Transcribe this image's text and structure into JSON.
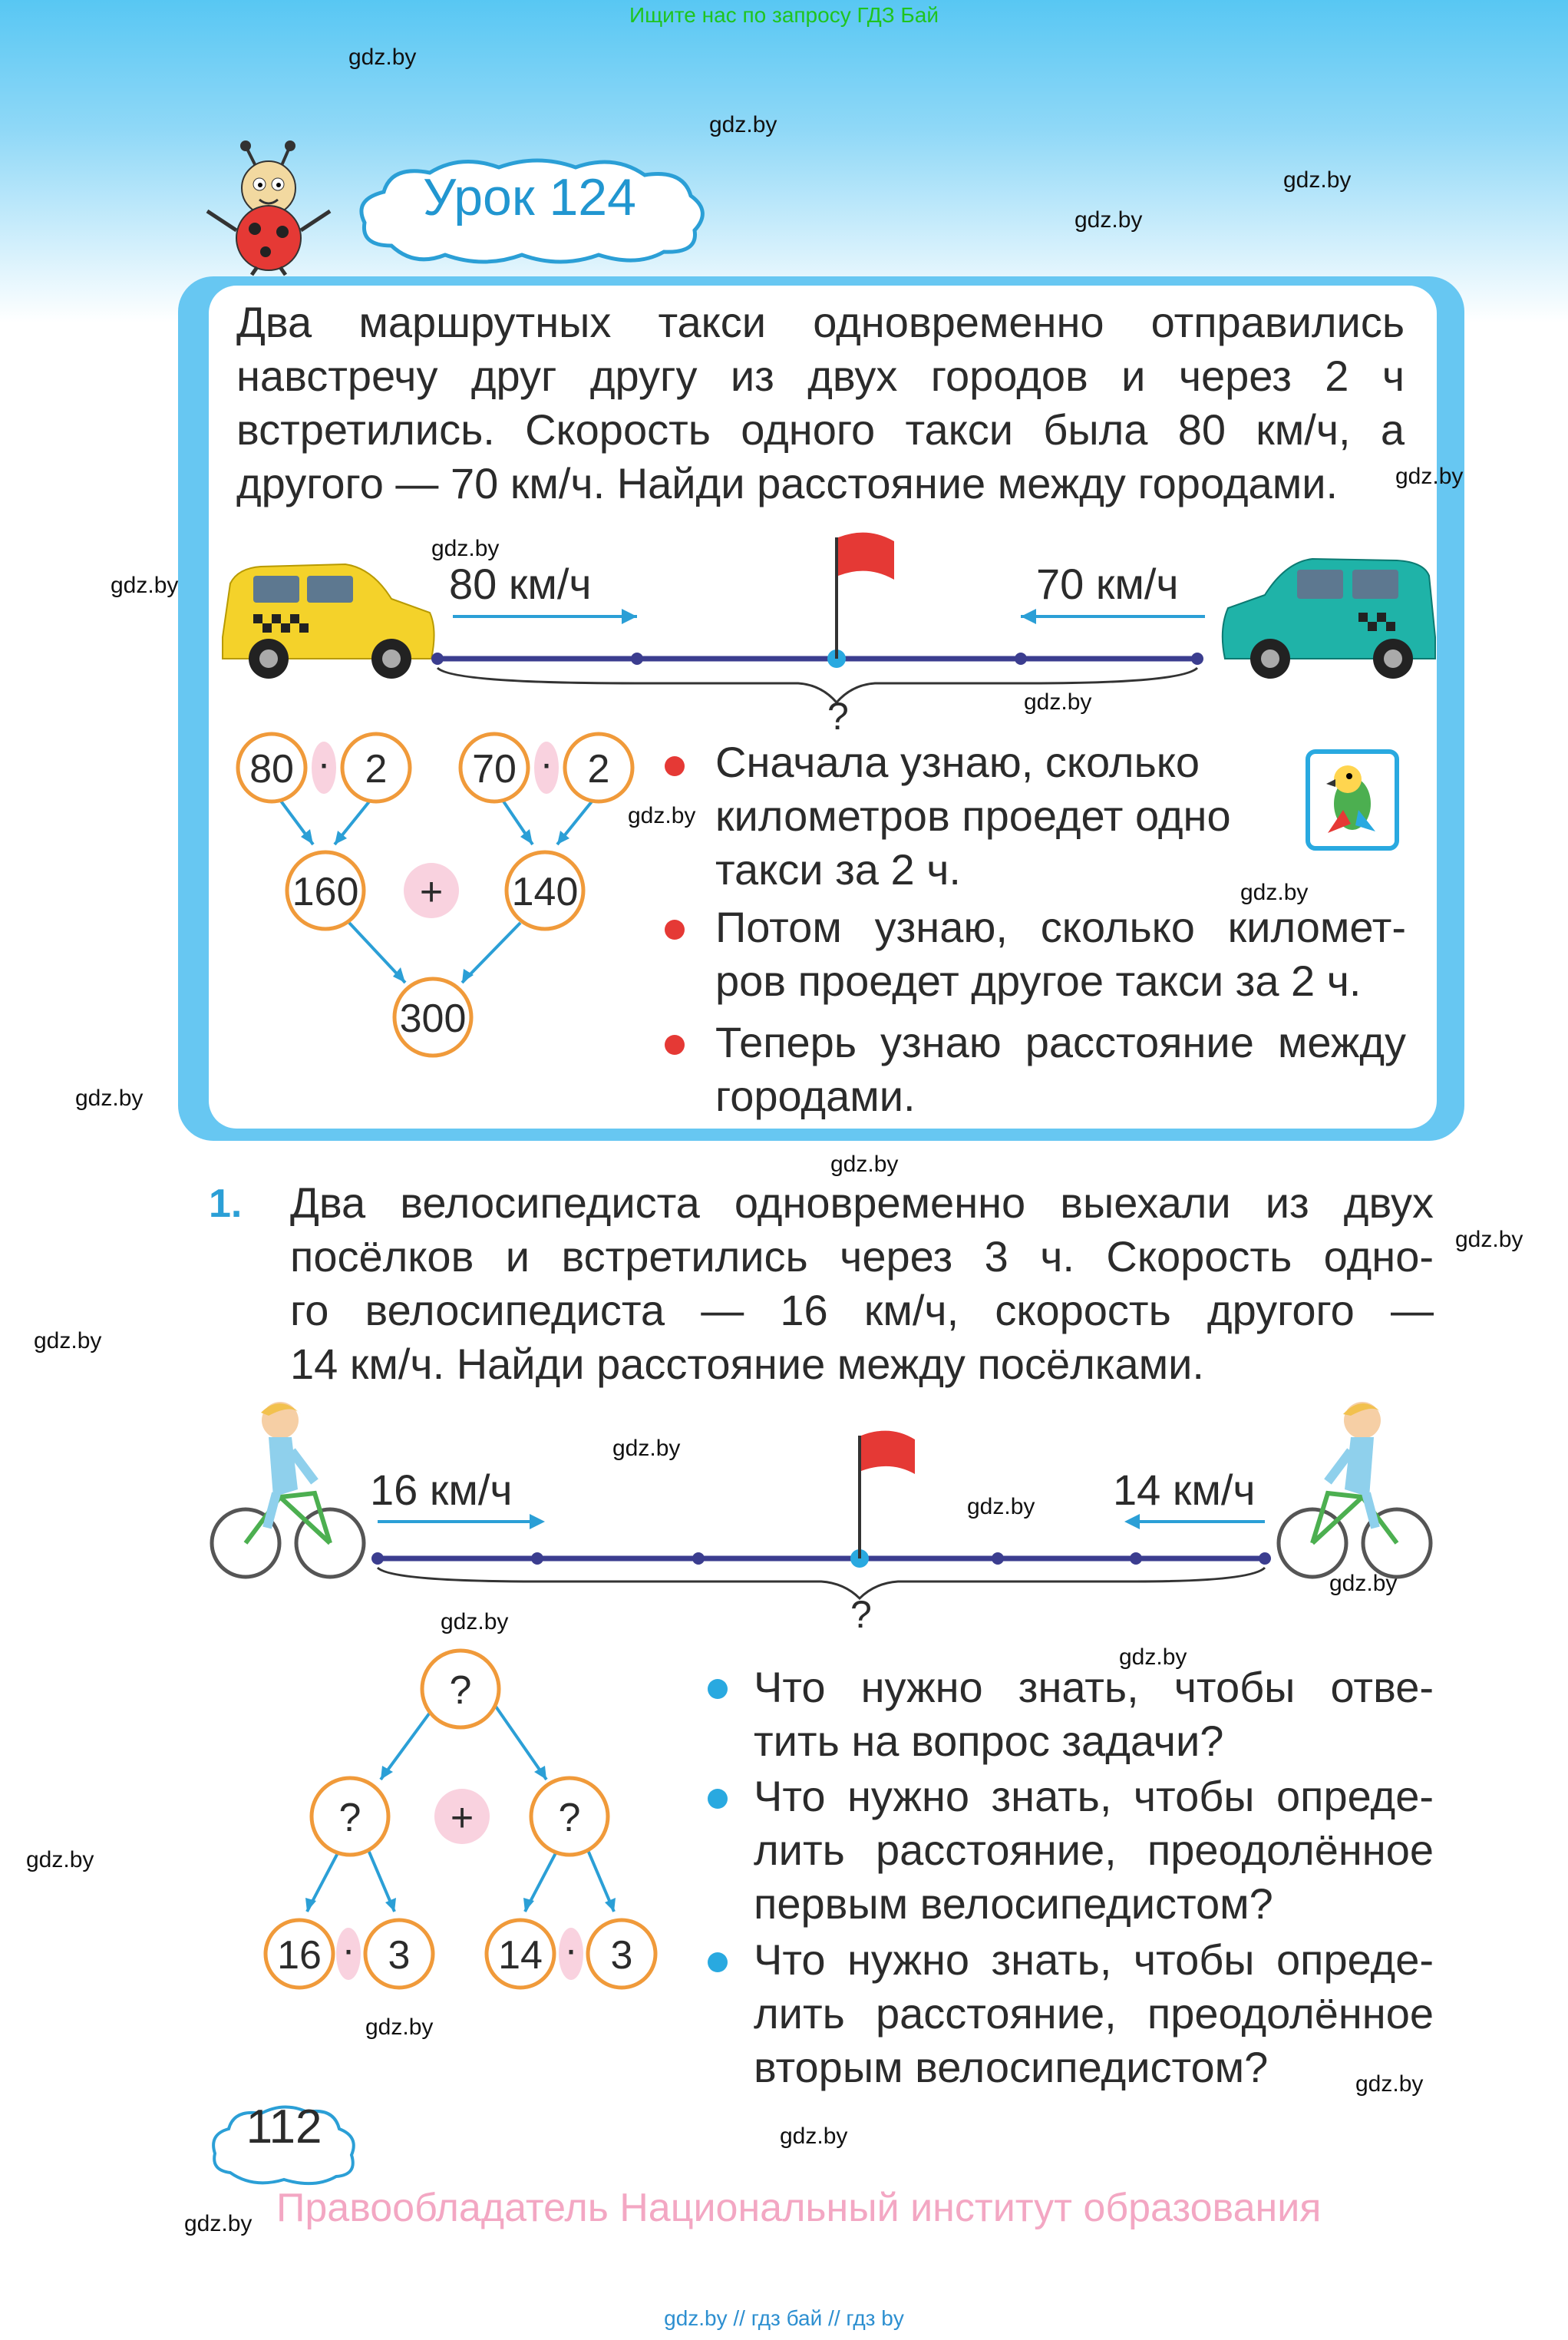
{
  "top_notice": "Ищите нас по запросу ГДЗ Бай",
  "watermark": "gdz.by",
  "lesson_title": "Урок 124",
  "intro_problem": [
    "Два маршрутных такси одновременно отправились",
    "навстречу друг другу из двух городов и через 2 ч",
    "встретились. Скорость одного такси была 80 км/ч, а",
    "другого — 70 км/ч. Найди расстояние между городами."
  ],
  "taxi_diagram": {
    "speed_left": "80 км/ч",
    "speed_right": "70 км/ч",
    "question": "?"
  },
  "tree1": {
    "a": "80",
    "op1": "·",
    "b": "2",
    "c": "70",
    "op2": "·",
    "d": "2",
    "left": "160",
    "op3": "+",
    "right": "140",
    "result": "300"
  },
  "plan_steps": [
    [
      "Сначала узнаю, сколько",
      "километров проедет одно",
      "такси за 2 ч."
    ],
    [
      "Потом узнаю, сколько километ-",
      "ров проедет другое такси за 2 ч."
    ],
    [
      "Теперь узнаю расстояние между",
      "городами."
    ]
  ],
  "task1": {
    "number": "1.",
    "lines": [
      "Два велосипедиста одновременно выехали из двух",
      "посёлков и встретились через 3 ч. Скорость одно-",
      "го велосипедиста — 16 км/ч, скорость другого —",
      "14 км/ч. Найди расстояние между посёлками."
    ]
  },
  "bike_diagram": {
    "speed_left": "16 км/ч",
    "speed_right": "14 км/ч",
    "question": "?"
  },
  "tree2": {
    "top": "?",
    "left": "?",
    "op1": "+",
    "right": "?",
    "a": "16",
    "op2": "·",
    "b": "3",
    "c": "14",
    "op3": "·",
    "d": "3"
  },
  "questions": [
    [
      "Что нужно знать, чтобы отве-",
      "тить на вопрос задачи?"
    ],
    [
      "Что нужно знать, чтобы опреде-",
      "лить расстояние, преодолённое",
      "первым велосипедистом?"
    ],
    [
      "Что нужно знать, чтобы опреде-",
      "лить расстояние, преодолённое",
      "вторым велосипедистом?"
    ]
  ],
  "page_number": "112",
  "copyright": "Правообладатель Национальный институт образования",
  "footer": "gdz.by  //  гдз бай  //  гдз by",
  "colors": {
    "accent_blue": "#2196d0",
    "frame_blue": "#67c7f2",
    "circle_orange": "#f09a3a",
    "bullet_red": "#e53935",
    "bullet_blue": "#29a9e0",
    "pink_op": "#f9d2df"
  }
}
